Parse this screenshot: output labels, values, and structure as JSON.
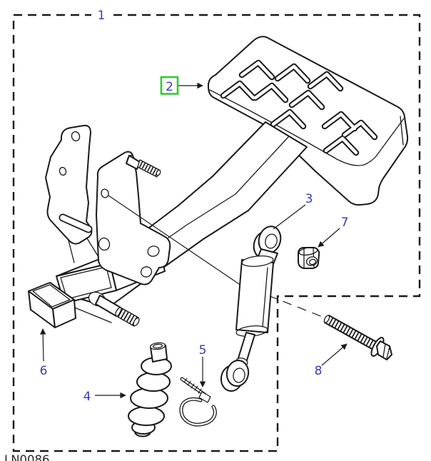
{
  "diagram": {
    "code": "LN0086",
    "callouts": [
      {
        "num": "1",
        "highlighted": false
      },
      {
        "num": "2",
        "highlighted": true
      },
      {
        "num": "3",
        "highlighted": false
      },
      {
        "num": "4",
        "highlighted": false
      },
      {
        "num": "5",
        "highlighted": false
      },
      {
        "num": "6",
        "highlighted": false
      },
      {
        "num": "7",
        "highlighted": false
      },
      {
        "num": "8",
        "highlighted": false
      }
    ],
    "colors": {
      "label": "#3a3ab8",
      "highlight_box": "#2fcc2f",
      "line": "#1a1a1a",
      "background": "#ffffff"
    }
  }
}
